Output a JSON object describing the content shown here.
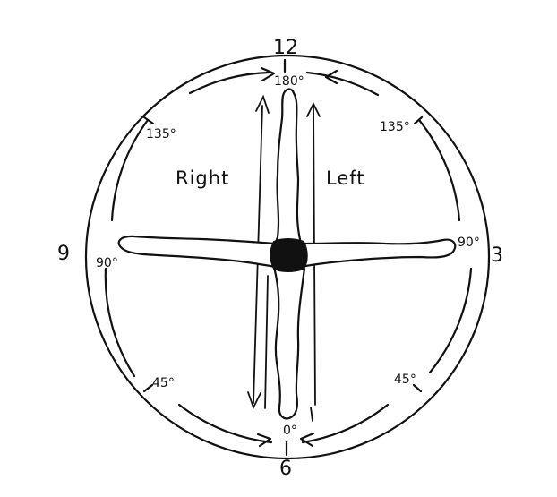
{
  "clock": {
    "top": "12",
    "right": "3",
    "bottom": "6",
    "left": "9"
  },
  "degrees": {
    "top": "180°",
    "upper_left": "135°",
    "upper_right": "135°",
    "mid_left": "90°",
    "mid_right": "90°",
    "lower_left": "45°",
    "lower_right": "45°",
    "bottom": "0°"
  },
  "sides": {
    "right": "Right",
    "left": "Left"
  }
}
